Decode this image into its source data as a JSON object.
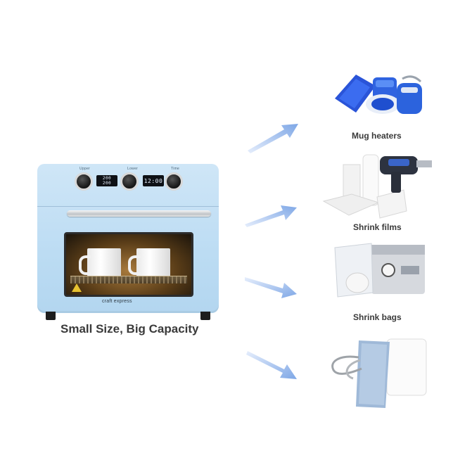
{
  "oven": {
    "brand": "craft express",
    "displays": [
      "200\n200",
      "12:00"
    ],
    "knob_labels": [
      "Upper",
      "Lower",
      "Time"
    ],
    "colors": {
      "body": "#c5e1f5",
      "window": "#1a1a1a"
    }
  },
  "caption": "Small Size, Big Capacity",
  "products": [
    {
      "label": "Mug heaters",
      "icon": "mug-heater-image"
    },
    {
      "label": "Shrink films",
      "icon": "shrink-film-image"
    },
    {
      "label": "Shrink bags",
      "icon": "shrink-bag-image"
    },
    {
      "label": "",
      "icon": "binder-clip-wrap-image"
    }
  ],
  "colors": {
    "arrow": "#8fb4ea",
    "text": "#3a3a3a"
  }
}
